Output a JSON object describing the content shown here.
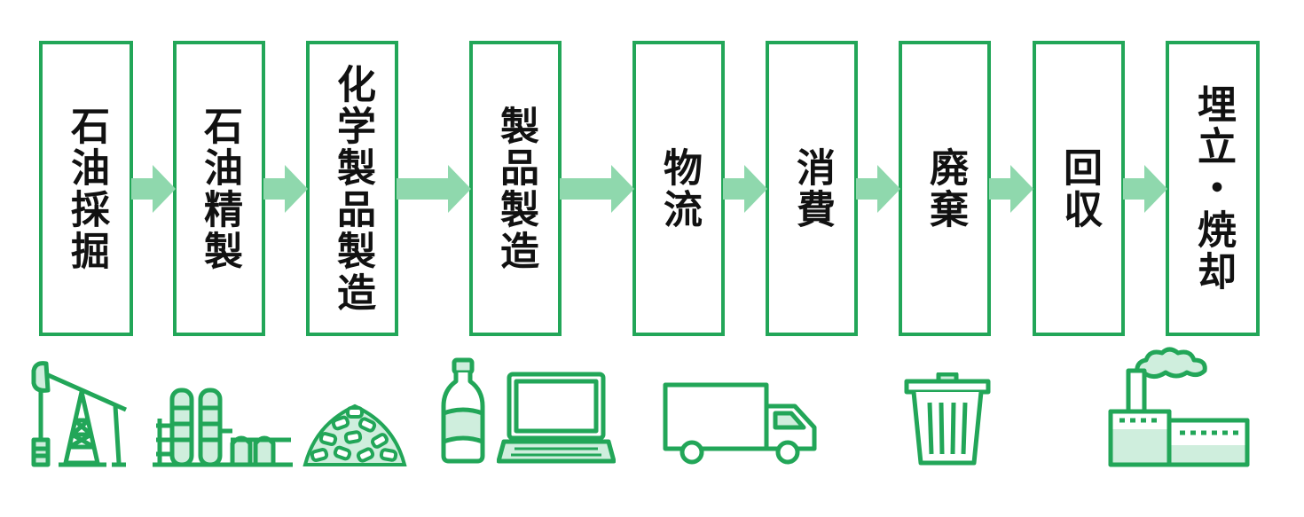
{
  "steps": [
    {
      "id": "oil-extraction",
      "label": "石油採掘"
    },
    {
      "id": "oil-refining",
      "label": "石油精製"
    },
    {
      "id": "chemical-manufacturing",
      "label": "化学製品製造"
    },
    {
      "id": "product-manufacturing",
      "label": "製品製造"
    },
    {
      "id": "logistics",
      "label": "物流"
    },
    {
      "id": "consumption",
      "label": "消費"
    },
    {
      "id": "disposal",
      "label": "廃棄"
    },
    {
      "id": "collection",
      "label": "回収"
    },
    {
      "id": "landfill-incineration",
      "label": "埋立・焼却"
    }
  ],
  "icons": [
    "oil-pumpjack-icon",
    "refinery-icon",
    "plastic-pellets-icon",
    "plastic-bottle-icon",
    "laptop-icon",
    "delivery-truck-icon",
    "trash-can-icon",
    "incineration-plant-icon"
  ],
  "colors": {
    "border": "#22a658",
    "arrow": "#8fd8ad",
    "icon_stroke": "#22a658",
    "icon_fill": "#cfeedd",
    "text": "#111111"
  }
}
